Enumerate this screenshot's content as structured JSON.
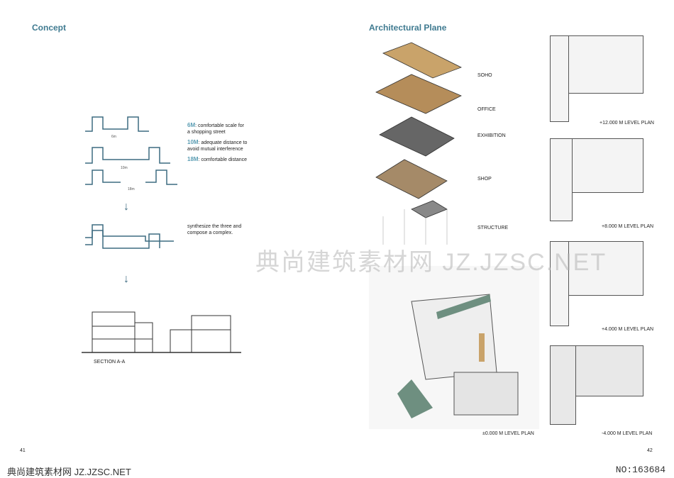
{
  "left": {
    "title": "Concept",
    "notes": [
      {
        "key": "6M",
        "text": ": comfortable scale for a shopping street"
      },
      {
        "key": "10M",
        "text": ": adequate distance to avoid mutual interference"
      },
      {
        "key": "18M",
        "text": ": comfortable distance"
      }
    ],
    "dims": [
      "6m",
      "10m",
      "18m"
    ],
    "synth": "synthesize the three and compose a complex.",
    "section": "SECTION A-A",
    "page": "41"
  },
  "right": {
    "title": "Architectural Plane",
    "layers": [
      "SOHO",
      "OFFICE",
      "EXHIBITION",
      "SHOP",
      "STRUCTURE"
    ],
    "plans": [
      "+12.000 M LEVEL PLAN",
      "+8.000 M LEVEL PLAN",
      "+4.000 M LEVEL PLAN",
      "-4.000 M LEVEL PLAN"
    ],
    "site_plan": "±0.000 M LEVEL PLAN",
    "page": "42"
  },
  "watermark": "典尚建筑素材网 JZ.JZSC.NET",
  "footer": {
    "site": "典尚建筑素材网 JZ.JZSC.NET",
    "number": "NO:163684"
  }
}
